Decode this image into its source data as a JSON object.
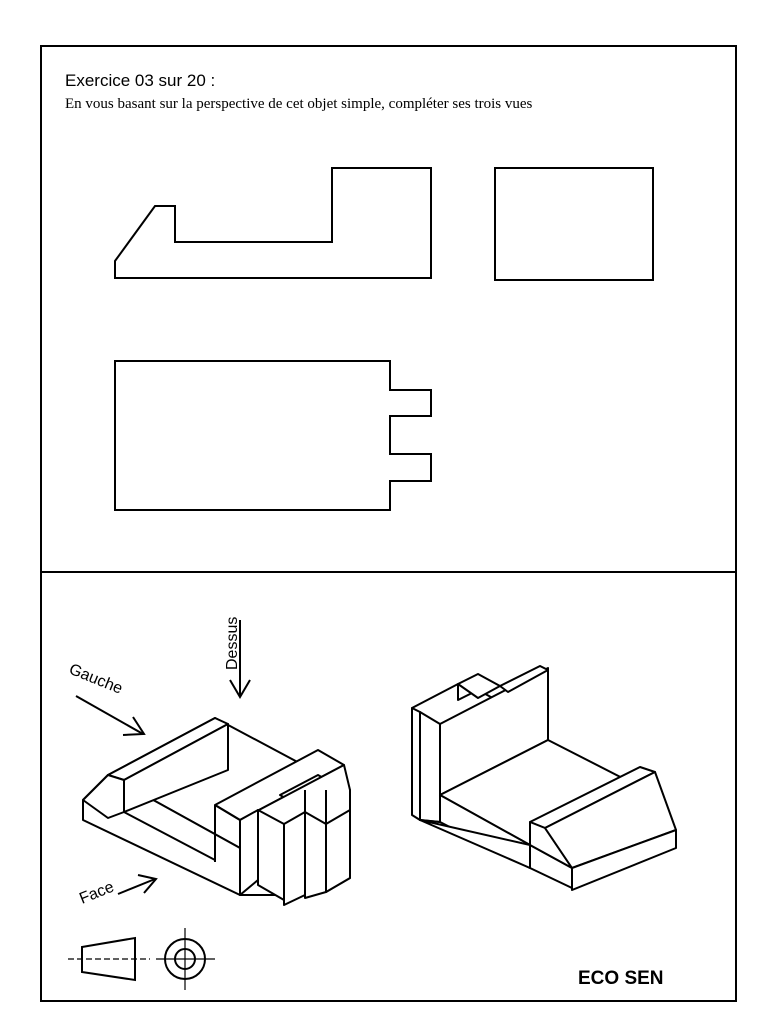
{
  "header": {
    "title": "Exercice 03 sur 20 :",
    "instruction": "En vous basant sur la perspective de cet objet simple, compléter ses trois vues"
  },
  "labels": {
    "top_view": "Dessus",
    "left_view": "Gauche",
    "front_view": "Face"
  },
  "footer": {
    "brand": "ECO SEN"
  }
}
